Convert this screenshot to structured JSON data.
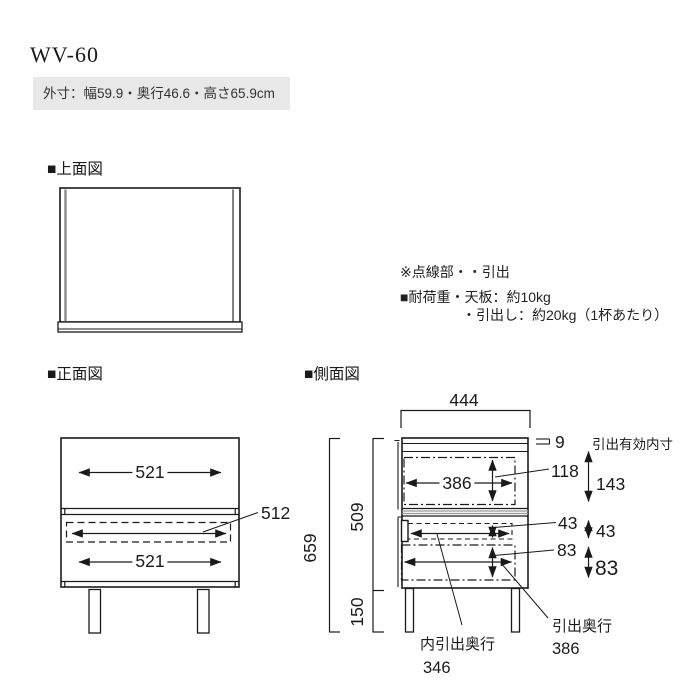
{
  "page": {
    "title": "WV-60",
    "outer_size": "外寸：幅59.9・奥行46.6・高さ65.9cm"
  },
  "sections": {
    "top_view": "■上面図",
    "front_view": "■正面図",
    "side_view": "■側面図"
  },
  "notes": {
    "dotted": "※点線部・・引出",
    "load_top": "■耐荷重・天板：約10kg",
    "load_drawer": "・引出し：約20kg（1杯あたり）"
  },
  "front_view": {
    "upper_width": "521",
    "drawer_effective_width": "512",
    "lower_width": "521"
  },
  "side_view": {
    "depth": "444",
    "top_thickness": "9",
    "drawer_effective_label": "引出有効内寸",
    "upper_drawer_depth": "386",
    "upper_drawer_inner_height": "118",
    "upper_effective_height": "143",
    "inner_drawer_height": "43",
    "inner_effective_height": "43",
    "lower_drawer_inner_height": "83",
    "lower_effective_height": "83",
    "body_height": "509",
    "total_height": "659",
    "leg_height": "150",
    "inner_drawer_depth_label": "内引出奥行",
    "inner_drawer_depth": "346",
    "drawer_depth_label": "引出奥行",
    "drawer_depth": "386"
  }
}
